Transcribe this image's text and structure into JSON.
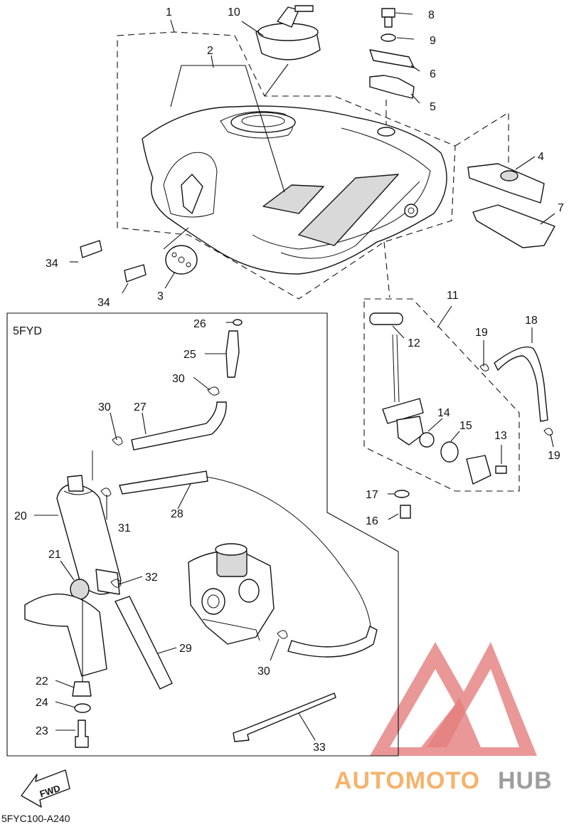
{
  "diagram": {
    "section_label": "5FYD",
    "fwd_label": "FWD",
    "drawing_code": "5FYC100-A240",
    "watermark": {
      "text_left": "AUTOMOTO",
      "text_right": "HUB",
      "color_left": "#f6b26b",
      "color_right": "#9e9e9e",
      "logo_color": "#e06666"
    },
    "callouts": [
      "1",
      "2",
      "3",
      "4",
      "5",
      "6",
      "7",
      "8",
      "9",
      "10",
      "11",
      "12",
      "13",
      "14",
      "15",
      "16",
      "17",
      "18",
      "19",
      "19",
      "20",
      "21",
      "22",
      "23",
      "24",
      "25",
      "26",
      "27",
      "28",
      "29",
      "30",
      "30",
      "30",
      "31",
      "32",
      "33",
      "34",
      "34"
    ]
  }
}
